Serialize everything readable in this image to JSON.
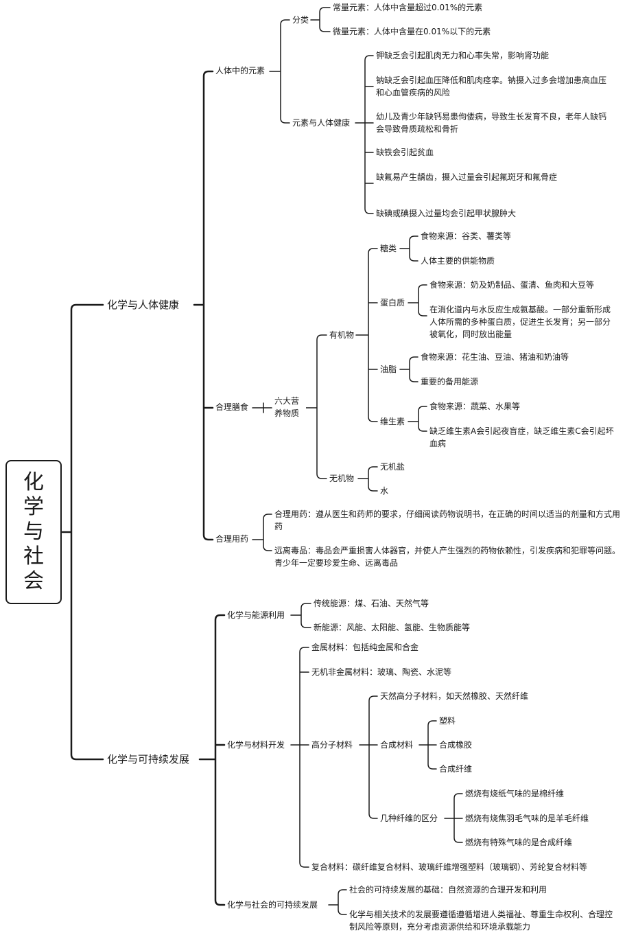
{
  "root": "化学与社会",
  "b1": {
    "title": "化学与人体健康",
    "elements": {
      "title": "人体中的元素",
      "cls": {
        "title": "分类",
        "items": [
          "常量元素：人体中含量超过0.01%的元素",
          "微量元素：人体中含量在0.01%以下的元素"
        ]
      },
      "health": {
        "title": "元素与人体健康",
        "items": [
          "钾缺乏会引起肌肉无力和心率失常，影响肾功能",
          "钠缺乏会引起血压降低和肌肉痉挛。钠摄入过多会增加患高血压和心血管疾病的风险",
          "幼儿及青少年缺钙易患佝偻病，导致生长发育不良，老年人缺钙会导致骨质疏松和骨折",
          "缺铁会引起贫血",
          "缺氟易产生龋齿，摄入过量会引起氟斑牙和氟骨症",
          "缺碘或碘摄入过量均会引起甲状腺肿大"
        ]
      }
    },
    "diet": {
      "title": "合理膳食",
      "six": "六大营养物质",
      "organic": {
        "title": "有机物",
        "sugar": {
          "title": "糖类",
          "items": [
            "食物来源：谷类、薯类等",
            "人体主要的供能物质"
          ]
        },
        "protein": {
          "title": "蛋白质",
          "items": [
            "食物来源：奶及奶制品、蛋清、鱼肉和大豆等",
            "在消化道内与水反应生成氨基酸。一部分重新形成人体所需的多种蛋白质，促进生长发育；另一部分被氧化，同时放出能量"
          ]
        },
        "fat": {
          "title": "油脂",
          "items": [
            "食物来源：花生油、豆油、猪油和奶油等",
            "重要的备用能源"
          ]
        },
        "vitamin": {
          "title": "维生素",
          "items": [
            "食物来源：蔬菜、水果等",
            "缺乏维生素A会引起夜盲症，缺乏维生素C会引起坏血病"
          ]
        }
      },
      "inorganic": {
        "title": "无机物",
        "items": [
          "无机盐",
          "水"
        ]
      }
    },
    "drug": {
      "title": "合理用药",
      "items": [
        "合理用药：遵从医生和药师的要求，仔细阅读药物说明书，在正确的时间以适当的剂量和方式用药",
        "远离毒品：毒品会严重损害人体器官，并使人产生强烈的药物依赖性，引发疾病和犯罪等问题。青少年一定要珍爱生命、远离毒品"
      ]
    }
  },
  "b2": {
    "title": "化学与可持续发展",
    "energy": {
      "title": "化学与能源利用",
      "items": [
        "传统能源：煤、石油、天然气等",
        "新能源：风能、太阳能、氢能、生物质能等"
      ]
    },
    "material": {
      "title": "化学与材料开发",
      "metal": "金属材料：包括纯金属和合金",
      "nonmetal": "无机非金属材料：玻璃、陶瓷、水泥等",
      "polymer": {
        "title": "高分子材料",
        "natural": "天然高分子材料，如天然橡胶、天然纤维",
        "synthetic": {
          "title": "合成材料",
          "items": [
            "塑料",
            "合成橡胶",
            "合成纤维"
          ]
        },
        "fiber": {
          "title": "几种纤维的区分",
          "items": [
            "燃烧有烧纸气味的是棉纤维",
            "燃烧有烧焦羽毛气味的是羊毛纤维",
            "燃烧有特殊气味的是合成纤维"
          ]
        }
      },
      "composite": "复合材料：碳纤维复合材料、玻璃纤维增强塑料（玻璃钢）、芳纶复合材料等"
    },
    "society": {
      "title": "化学与社会的可持续发展",
      "items": [
        "社会的可持续发展的基础：自然资源的合理开发和利用",
        "化学与相关技术的发展要遵循遵循增进人类福祉、尊重生命权利、合理控制风险等原则，充分考虑资源供给和环境承载能力"
      ]
    }
  }
}
